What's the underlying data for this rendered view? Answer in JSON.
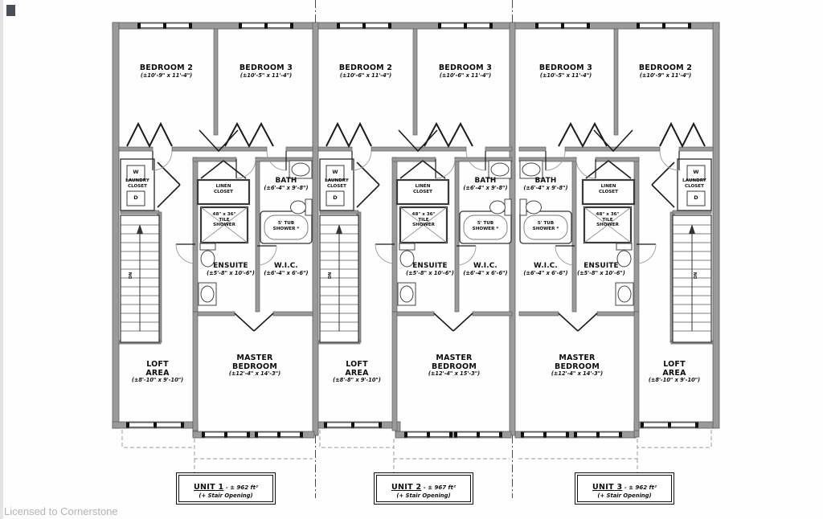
{
  "watermark": "Licensed to Cornerstone",
  "shared": {
    "washer": "W",
    "dryer": "D",
    "stair_dir": "DN",
    "laundry_l1": "LAUNDRY",
    "laundry_l2": "CLOSET",
    "linen_l1": "LINEN",
    "linen_l2": "CLOSET",
    "shower_l1": "48\" x 36\"",
    "shower_l2": "TILE",
    "shower_l3": "SHOWER",
    "tub_l1": "5' TUB",
    "tub_l2": "SHOWER *"
  },
  "units": [
    {
      "name": "UNIT 1",
      "area": "- ± 962 ft²",
      "note": "(+ Stair Opening)",
      "rooms": {
        "bedroom_left": {
          "name": "BEDROOM 2",
          "dims": "(±10'-9\" x 11'-4\")"
        },
        "bedroom_right": {
          "name": "BEDROOM 3",
          "dims": "(±10'-5\" x 11'-4\")"
        },
        "bath": {
          "name": "BATH",
          "dims": "(±6'-4\" x 9'-8\")"
        },
        "ensuite": {
          "name": "ENSUITE",
          "dims": "(±5'-8\" x 10'-6\")"
        },
        "wic": {
          "name": "W.I.C.",
          "dims": "(±6'-4\" x 6'-6\")"
        },
        "master": {
          "l1": "MASTER",
          "l2": "BEDROOM",
          "dims": "(±12'-4\" x 14'-3\")"
        },
        "loft": {
          "l1": "LOFT",
          "l2": "AREA",
          "dims": "(±8'-10\" x 9'-10\")"
        }
      }
    },
    {
      "name": "UNIT 2",
      "area": "- ± 967 ft²",
      "note": "(+ Stair Opening)",
      "rooms": {
        "bedroom_left": {
          "name": "BEDROOM 2",
          "dims": "(±10'-6\" x 11'-4\")"
        },
        "bedroom_right": {
          "name": "BEDROOM 3",
          "dims": "(±10'-6\" x 11'-4\")"
        },
        "bath": {
          "name": "BATH",
          "dims": "(±6'-4\" x 9'-8\")"
        },
        "ensuite": {
          "name": "ENSUITE",
          "dims": "(±5'-8\" x 10'-6\")"
        },
        "wic": {
          "name": "W.I.C.",
          "dims": "(±6'-4\" x 6'-6\")"
        },
        "master": {
          "l1": "MASTER",
          "l2": "BEDROOM",
          "dims": "(±12'-4\" x 15'-3\")"
        },
        "loft": {
          "l1": "LOFT",
          "l2": "AREA",
          "dims": "(±8'-8\" x 9'-10\")"
        }
      }
    },
    {
      "name": "UNIT 3",
      "area": "- ± 962 ft²",
      "note": "(+ Stair Opening)",
      "rooms": {
        "bedroom_left": {
          "name": "BEDROOM 3",
          "dims": "(±10'-5\" x 11'-4\")"
        },
        "bedroom_right": {
          "name": "BEDROOM 2",
          "dims": "(±10'-9\" x 11'-4\")"
        },
        "bath": {
          "name": "BATH",
          "dims": "(±6'-4\" x 9'-8\")"
        },
        "ensuite": {
          "name": "ENSUITE",
          "dims": "(±5'-8\" x 10'-6\")"
        },
        "wic": {
          "name": "W.I.C.",
          "dims": "(±6'-4\" x 6'-6\")"
        },
        "master": {
          "l1": "MASTER",
          "l2": "BEDROOM",
          "dims": "(±12'-4\" x 14'-3\")"
        },
        "loft": {
          "l1": "LOFT",
          "l2": "AREA",
          "dims": "(±8'-10\" x 9'-10\")"
        }
      }
    }
  ]
}
